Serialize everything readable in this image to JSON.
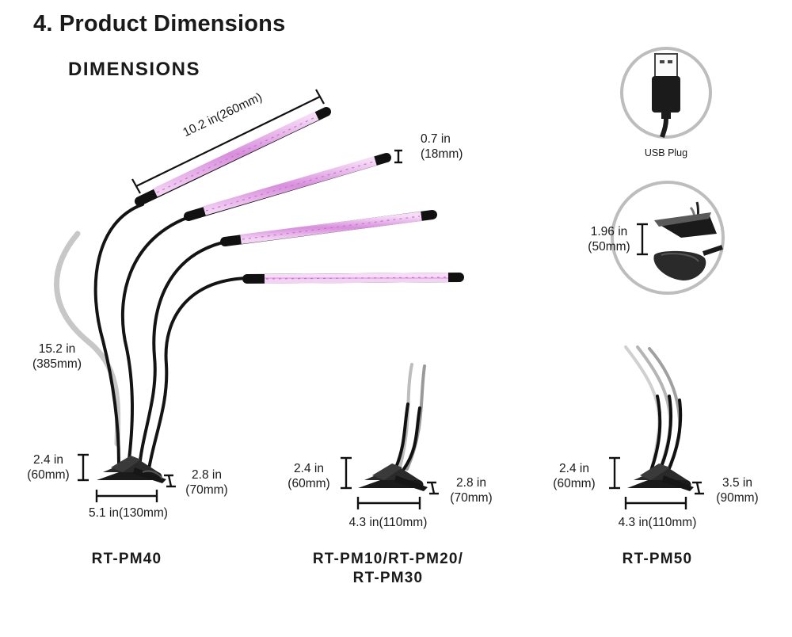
{
  "header": {
    "section_title": "4.  Product Dimensions",
    "subtitle": "DIMENSIONS"
  },
  "usb": {
    "label": "USB Plug"
  },
  "clip_detail": {
    "opening_in": "1.96 in",
    "opening_mm": "(50mm)"
  },
  "lamp_main": {
    "length": "10.2 in(260mm)",
    "width_in": "0.7 in",
    "width_mm": "(18mm)",
    "tube_in": "15.2 in",
    "tube_mm": "(385mm)"
  },
  "models": [
    {
      "name_lines": [
        "RT-PM40"
      ],
      "height_in": "2.4 in",
      "height_mm": "(60mm)",
      "depth_in": "2.8 in",
      "depth_mm": "(70mm)",
      "base": "5.1 in(130mm)"
    },
    {
      "name_lines": [
        "RT-PM10/RT-PM20/",
        "RT-PM30"
      ],
      "height_in": "2.4 in",
      "height_mm": "(60mm)",
      "depth_in": "2.8 in",
      "depth_mm": "(70mm)",
      "base": "4.3 in(110mm)"
    },
    {
      "name_lines": [
        "RT-PM50"
      ],
      "height_in": "2.4 in",
      "height_mm": "(60mm)",
      "depth_in": "3.5 in",
      "depth_mm": "(90mm)",
      "base": "4.3 in(110mm)"
    }
  ],
  "colors": {
    "light_bar": "#e6a8e8",
    "light_glow": "#f4d2f5",
    "cable": "#111111"
  }
}
